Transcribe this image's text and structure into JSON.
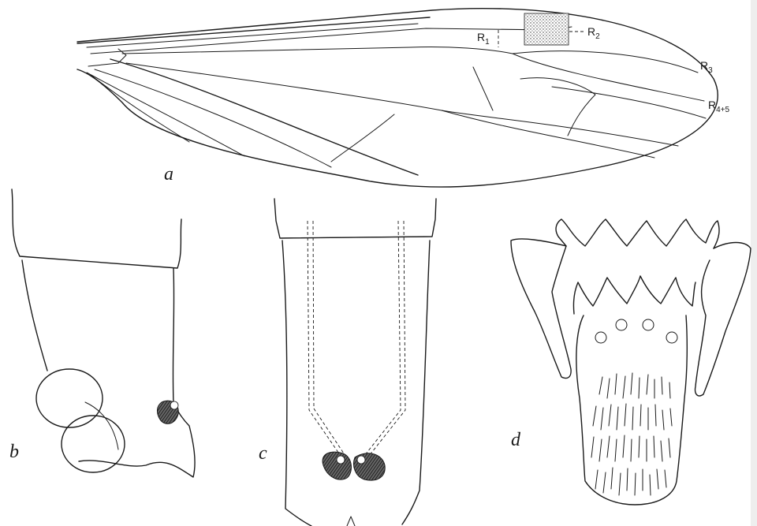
{
  "figure": {
    "panels": [
      {
        "id": "a",
        "label": "a"
      },
      {
        "id": "b",
        "label": "b"
      },
      {
        "id": "c",
        "label": "c"
      },
      {
        "id": "d",
        "label": "d"
      }
    ],
    "wing_labels": {
      "r1": {
        "main": "R",
        "sub": "1"
      },
      "r2": {
        "main": "R",
        "sub": "2"
      },
      "r3": {
        "main": "R",
        "sub": "3"
      },
      "r45": {
        "main": "R",
        "sub": "4+5"
      }
    }
  }
}
